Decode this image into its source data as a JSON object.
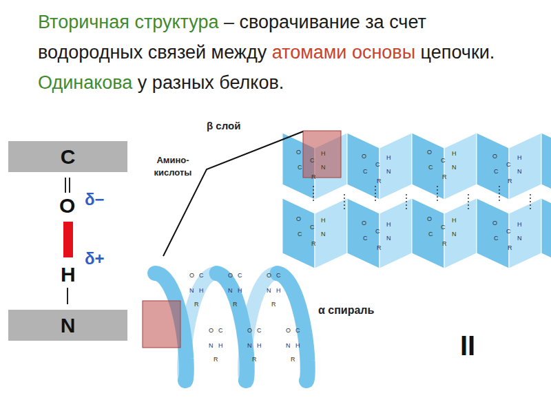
{
  "diagram": {
    "title": "Вторичная структура – сворачивание за счет водородных связей между атомами основы цепочки. Одинакова у разных белков.",
    "nodes": [
      {
        "text": [
          "C"
        ]
      },
      {
        "text": [
          "N"
        ]
      }
    ],
    "labels": [
      "O",
      "δ−",
      "H",
      "δ+",
      "Амино- кислоты",
      "β слой",
      "α спираль",
      "II",
      "O",
      "C",
      "C",
      "N",
      "H",
      "R",
      "O",
      "C",
      "C",
      "N",
      "H",
      "R",
      "O",
      "C",
      "C",
      "N",
      "H",
      "R",
      "O",
      "C",
      "C",
      "N",
      "H",
      "R",
      "O",
      "C",
      "C",
      "N",
      "H",
      "R",
      "O",
      "C",
      "C",
      "N",
      "H",
      "R",
      "O",
      "C",
      "C",
      "N",
      "H",
      "R",
      "O",
      "C",
      "C",
      "N",
      "H",
      "R",
      "O",
      "C",
      "N",
      "H",
      "R",
      "O",
      "C",
      "N",
      "H",
      "R",
      "O",
      "C",
      "N",
      "H",
      "R",
      "O",
      "C",
      "N",
      "H",
      "R",
      "O",
      "C",
      "N",
      "H",
      "R",
      "O",
      "C",
      "N",
      "H",
      "R"
    ]
  }
}
